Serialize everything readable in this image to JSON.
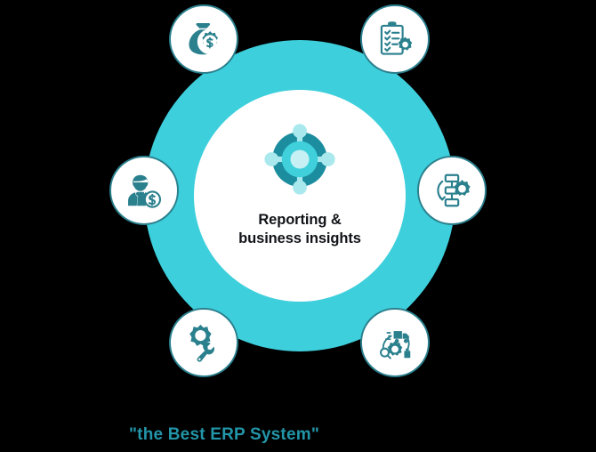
{
  "diagram": {
    "center": {
      "title": "Reporting &\nbusiness insights",
      "icon": "hub-network-icon"
    },
    "ring_color": "#3ecfdc",
    "core_color": "#ffffff",
    "icon_color": "#2b808e",
    "nodes": [
      {
        "id": "financial-management",
        "icon": "money-bag-gear-icon",
        "position": "top-left"
      },
      {
        "id": "task-checklist-management",
        "icon": "clipboard-checklist-gear-icon",
        "position": "top-right"
      },
      {
        "id": "sales-and-payroll",
        "icon": "person-dollar-icon",
        "position": "left"
      },
      {
        "id": "process-automation",
        "icon": "workflow-gear-icon",
        "position": "right"
      },
      {
        "id": "maintenance-settings",
        "icon": "gear-wrench-icon",
        "position": "bottom-left"
      },
      {
        "id": "supply-chain-logistics",
        "icon": "truck-gear-search-icon",
        "position": "bottom-right"
      }
    ]
  },
  "caption": {
    "text": "\"the Best ERP System\"",
    "color": "#2395a8"
  }
}
